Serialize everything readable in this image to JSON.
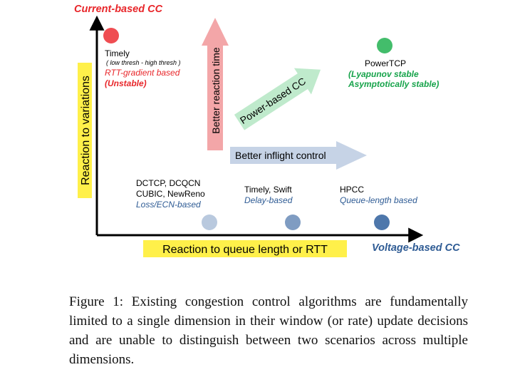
{
  "colors": {
    "axis": "#000000",
    "red": "#e8262a",
    "red_dot": "#ef4d52",
    "green": "#16a34a",
    "green_dot": "#43bd6b",
    "blue": "#2e5b94",
    "blue_dark_dot": "#4e77ab",
    "blue_mid_dot": "#7f9cc2",
    "blue_light_dot": "#b9c9de",
    "pink_arrow": "#f3a6a8",
    "green_arrow": "#bfeacc",
    "blue_arrow": "#c6d3e6",
    "yellow": "#fff04a"
  },
  "axes": {
    "y_top_label": "Current-based CC",
    "y_label": "Reaction to variations",
    "x_label": "Reaction to queue length or RTT",
    "x_right_label": "Voltage-based CC"
  },
  "arrows": {
    "reaction_time": "Better reaction time",
    "power_based": "Power-based CC",
    "inflight_control": "Better inflight control"
  },
  "timely_group": {
    "name": "Timely",
    "thresholds": "( low thresh -  high thresh )",
    "category": "RTT-gradient based",
    "stability": "(Unstable)"
  },
  "powertcp_group": {
    "name": "PowerTCP",
    "stability_1": "(Lyapunov stable",
    "stability_2": "Asymptotically stable)"
  },
  "loss_group": {
    "line1": "DCTCP, DCQCN",
    "line2": "CUBIC, NewReno",
    "category": "Loss/ECN-based"
  },
  "delay_group": {
    "line1": "Timely, Swift",
    "category": "Delay-based"
  },
  "queue_group": {
    "line1": "HPCC",
    "category": "Queue-length based"
  },
  "caption": "Figure 1: Existing congestion control algorithms are fundamentally limited to a single dimension in their window (or rate) update decisions and are unable to distinguish between two scenarios across multiple dimensions."
}
